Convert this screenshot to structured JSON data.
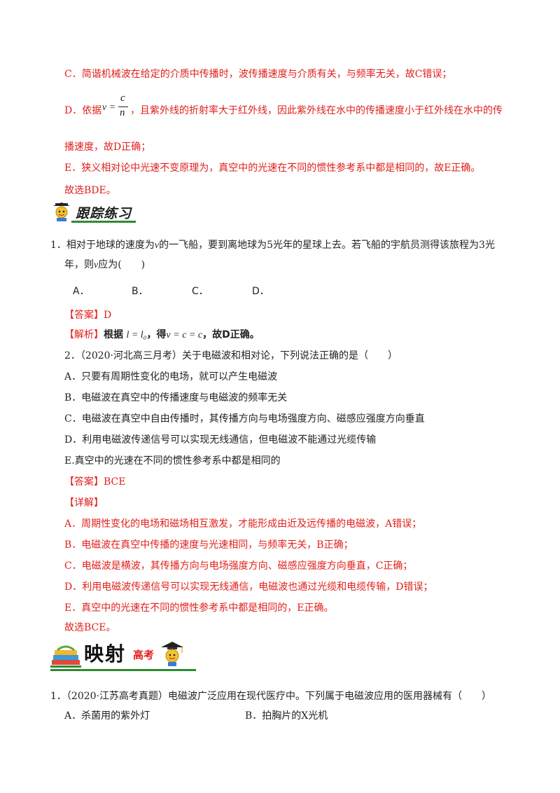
{
  "prev": {
    "c_line": "C．简谐机械波在给定的介质中传播时，波传播速度与介质有关，与频率无关，故C错误；",
    "d_prefix": "D．依据",
    "formula_lhs": "v =",
    "formula_num": "c",
    "formula_den": "n",
    "d_rest": "，且紫外线的折射率大于红外线，因此紫外线在水中的传播速度小于红外线在水中的传",
    "d_cont": "播速度，故D正确；",
    "e_line": "E．狭义相对论中光速不变原理为，真空中的光速在不同的惯性参考系中都是相同的，故E正确。",
    "conclusion": "故选BDE。"
  },
  "banner1": {
    "title": "跟踪练习"
  },
  "q1": {
    "stem_a": "1．相对于地球的速度为",
    "stem_var": "v",
    "stem_b": "的一飞船，要到离地球为5光年的星球上去。若飞船的宇航员测得该旅程为3光",
    "stem_c1": "年，则",
    "stem_c2": "应为(　　)",
    "opt_a": "A．",
    "opt_b": "B．",
    "opt_c": "C．",
    "opt_d": "D．",
    "answer_tag": "【答案】",
    "answer": "D",
    "analysis_tag": "【解析】",
    "analysis_a": "根据",
    "analysis_formula1": "l = l₀",
    "analysis_b": "，得",
    "analysis_formula2": "v = c = c",
    "analysis_c": "，故D正确。"
  },
  "q2": {
    "stem": "2．（2020·河北高三月考）关于电磁波和相对论，下列说法正确的是（　　）",
    "opt_a": "A．只要有周期性变化的电场，就可以产生电磁波",
    "opt_b": "B．电磁波在真空中的传播速度与电磁波的频率无关",
    "opt_c": "C．电磁波在真空中自由传播时，其传播方向与电场强度方向、磁感应强度方向垂直",
    "opt_d": "D．利用电磁波传递信号可以实现无线通信，但电磁波不能通过光缆传输",
    "opt_e": "E.真空中的光速在不同的惯性参考系中都是相同的",
    "answer_tag": "【答案】",
    "answer": "BCE",
    "detail_tag": "【详解】",
    "d_a": "A．周期性变化的电场和磁场相互激发，才能形成由近及远传播的电磁波，A错误；",
    "d_b": "B．电磁波在真空中传播的速度与光速相同，与频率无关，B正确；",
    "d_c": "C．电磁波是横波，其传播方向与电场强度方向、磁感应强度方向垂直，C正确；",
    "d_d": "D．利用电磁波传递信号可以实现无线通信，电磁波也通过光缆和电缆传输，D错误；",
    "d_e": "E．真空中的光速在不同的惯性参考系中都是相同的，E正确。",
    "conclusion": "故选BCE。"
  },
  "banner2": {
    "title_main": "映射",
    "title_sub": "高考"
  },
  "q3": {
    "stem": "1．（2020·江苏高考真题）电磁波广泛应用在现代医疗中。下列属于电磁波应用的医用器械有（　　）",
    "opt_a": "A．杀菌用的紫外灯",
    "opt_b": "B．拍胸片的X光机"
  },
  "colors": {
    "answer_red": "#e0201b",
    "text": "#222222",
    "banner_green": "#2e8b2e"
  }
}
